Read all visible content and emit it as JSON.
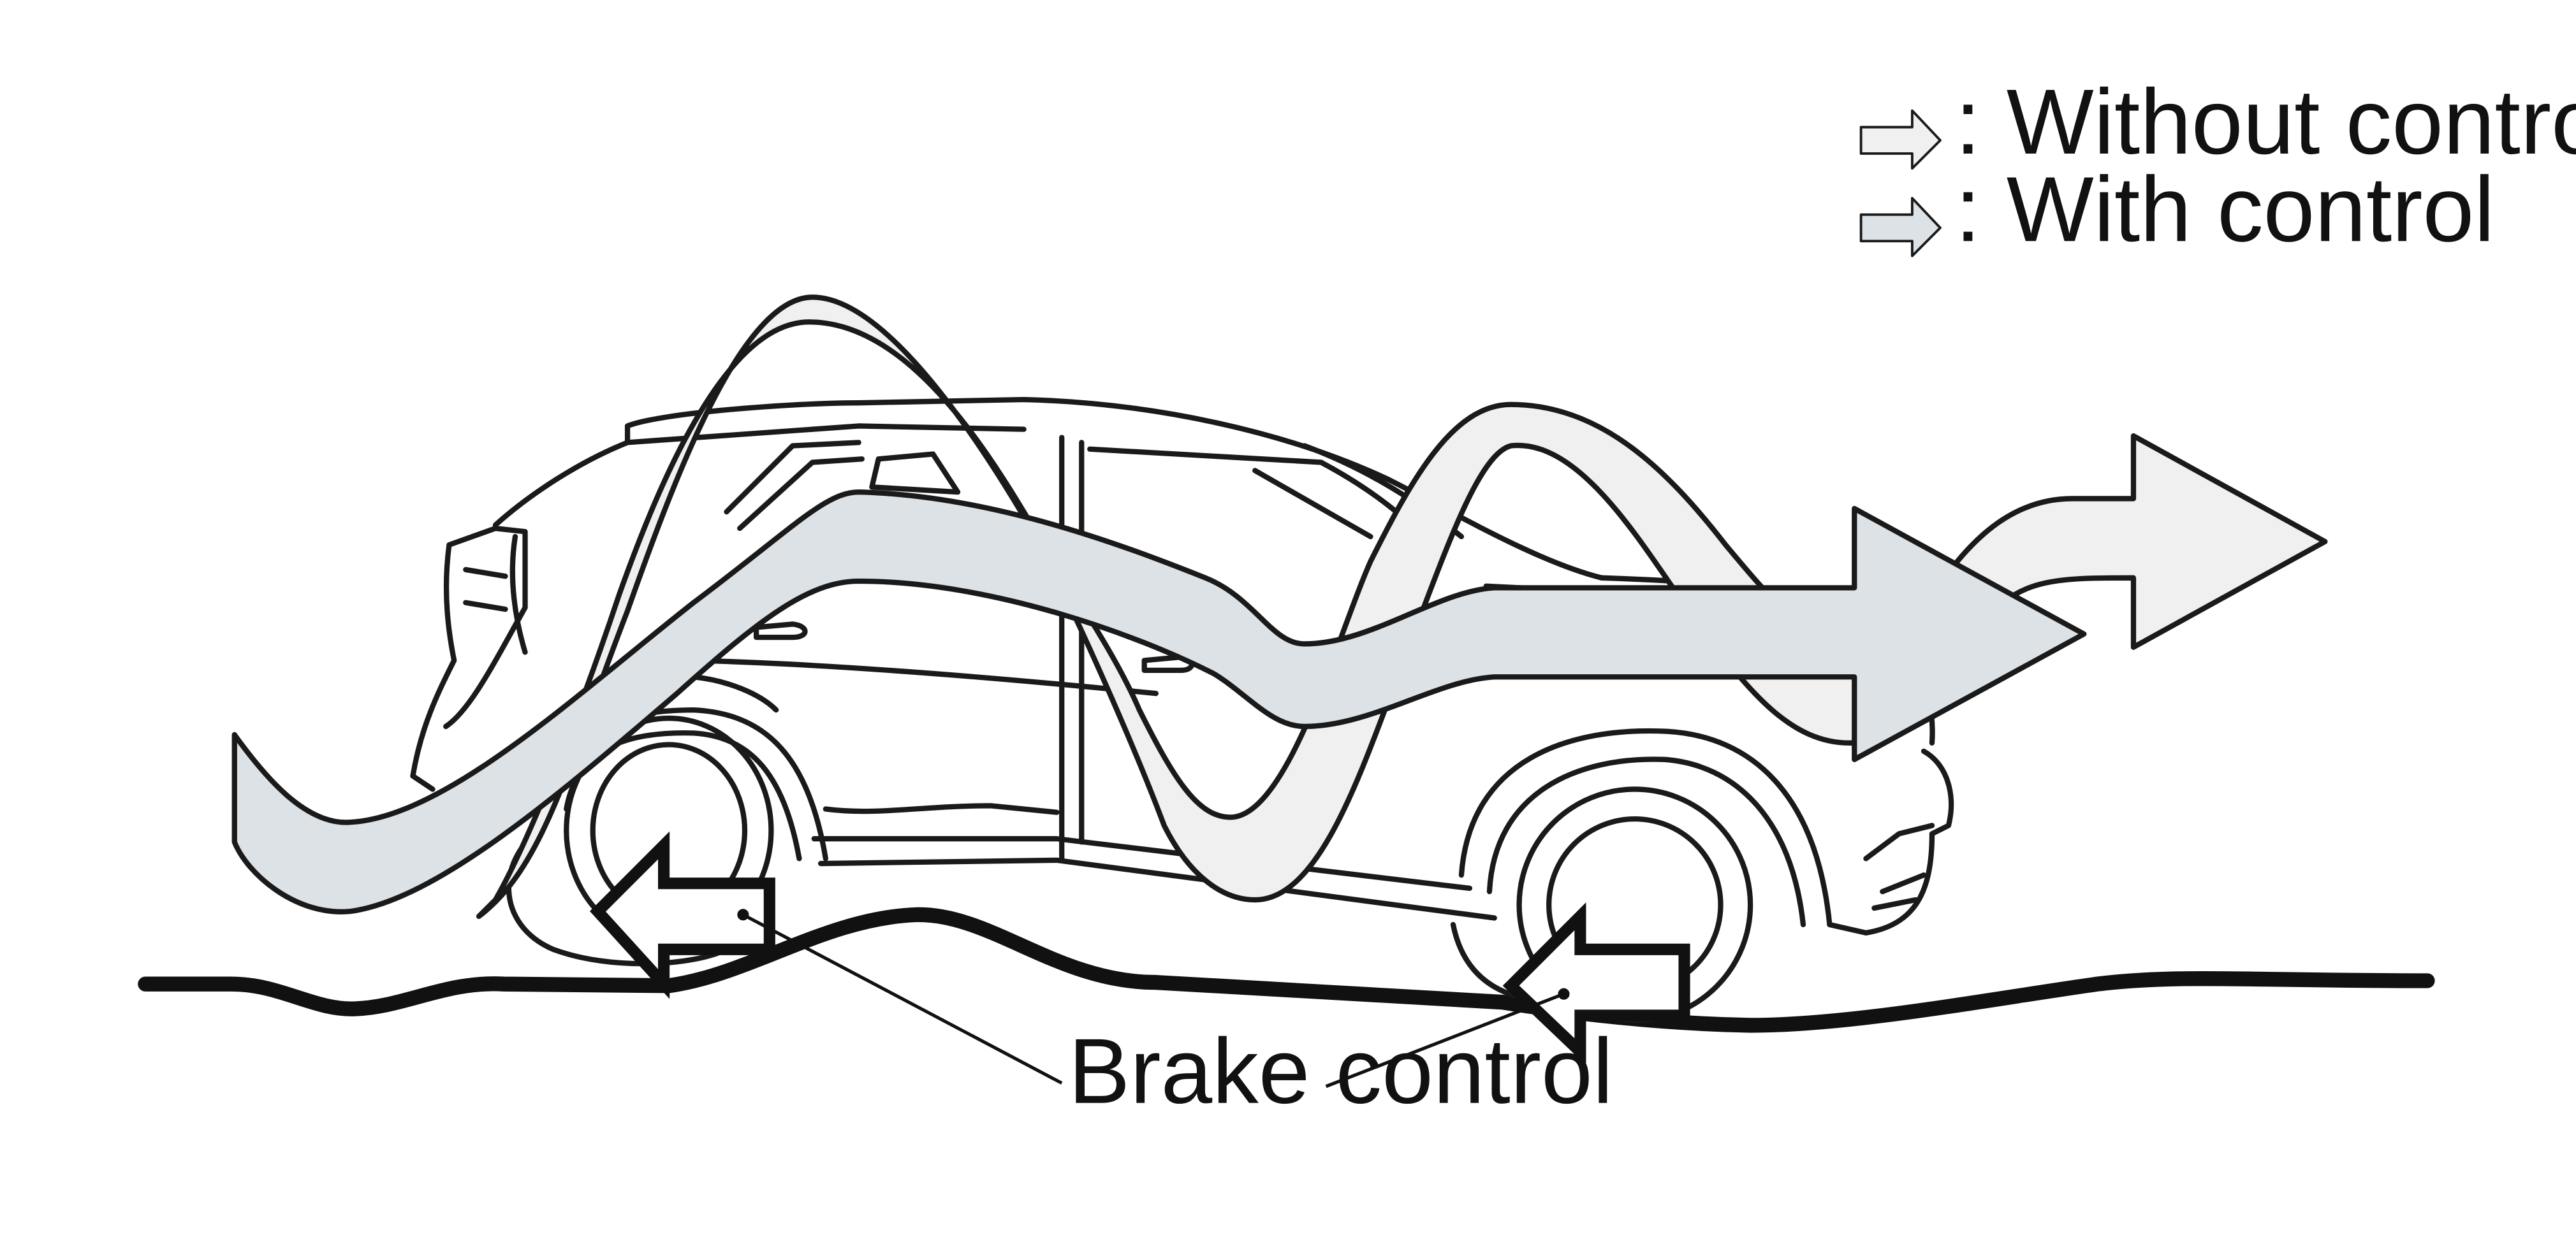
{
  "legend": {
    "without_control": {
      "label": ": Without control",
      "color": "#f0f0f0"
    },
    "with_control": {
      "label": ": With control",
      "color": "#dde2e6"
    }
  },
  "callout": {
    "label": "Brake control"
  },
  "colors": {
    "outline": "#1a1a1a",
    "road": "#111111",
    "background": "#ffffff"
  },
  "icons": {
    "vehicle": "suv-side-view",
    "without_control_path": "wavy-arrow",
    "with_control_path": "smooth-arrow",
    "brake": "hollow-arrow"
  }
}
